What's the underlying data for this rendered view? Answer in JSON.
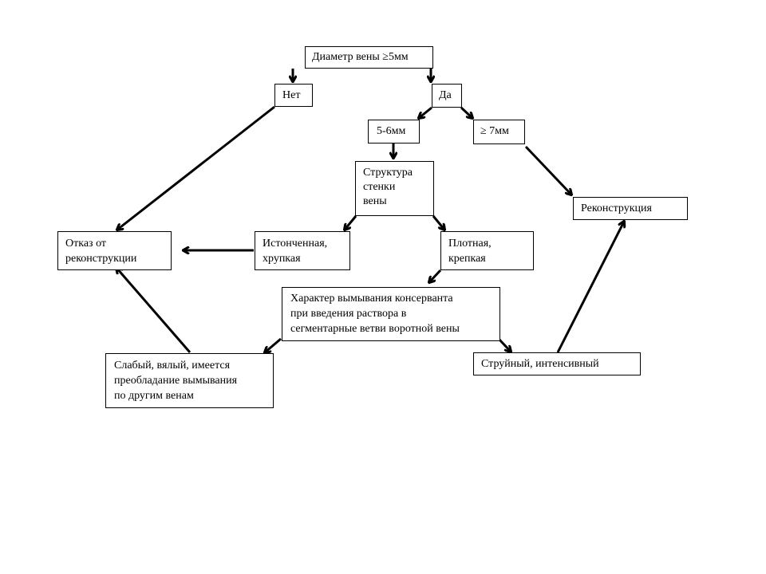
{
  "diagram": {
    "type": "flowchart",
    "nodes": {
      "diameter": "Диаметр вены ≥5мм",
      "no": "Нет",
      "yes": "Да",
      "d5_6": "5-6мм",
      "d7": "≥ 7мм",
      "wall_structure": "Структура\nстенки\nвены",
      "refusal": "Отказ от\nреконструкции",
      "thin": "Истонченная,\nхрупкая",
      "dense": "Плотная,\nкрепкая",
      "reconstruction": "Реконструкция",
      "washout": "Характер  вымывания консерванта\nпри введения раствора в\nсегментарные ветви воротной вены",
      "weak": "Слабый, вялый, имеется\nпреобладание вымывания\nпо другим  венам",
      "strong": "Струйный, интенсивный"
    },
    "edges": [
      {
        "from": "diameter",
        "to": "no"
      },
      {
        "from": "diameter",
        "to": "yes"
      },
      {
        "from": "no",
        "to": "refusal"
      },
      {
        "from": "yes",
        "to": "d5_6"
      },
      {
        "from": "yes",
        "to": "d7"
      },
      {
        "from": "d5_6",
        "to": "wall_structure"
      },
      {
        "from": "d7",
        "to": "reconstruction"
      },
      {
        "from": "wall_structure",
        "to": "thin"
      },
      {
        "from": "wall_structure",
        "to": "dense"
      },
      {
        "from": "thin",
        "to": "refusal"
      },
      {
        "from": "dense",
        "to": "washout"
      },
      {
        "from": "washout",
        "to": "weak"
      },
      {
        "from": "washout",
        "to": "strong"
      },
      {
        "from": "weak",
        "to": "refusal"
      },
      {
        "from": "strong",
        "to": "reconstruction"
      }
    ]
  }
}
